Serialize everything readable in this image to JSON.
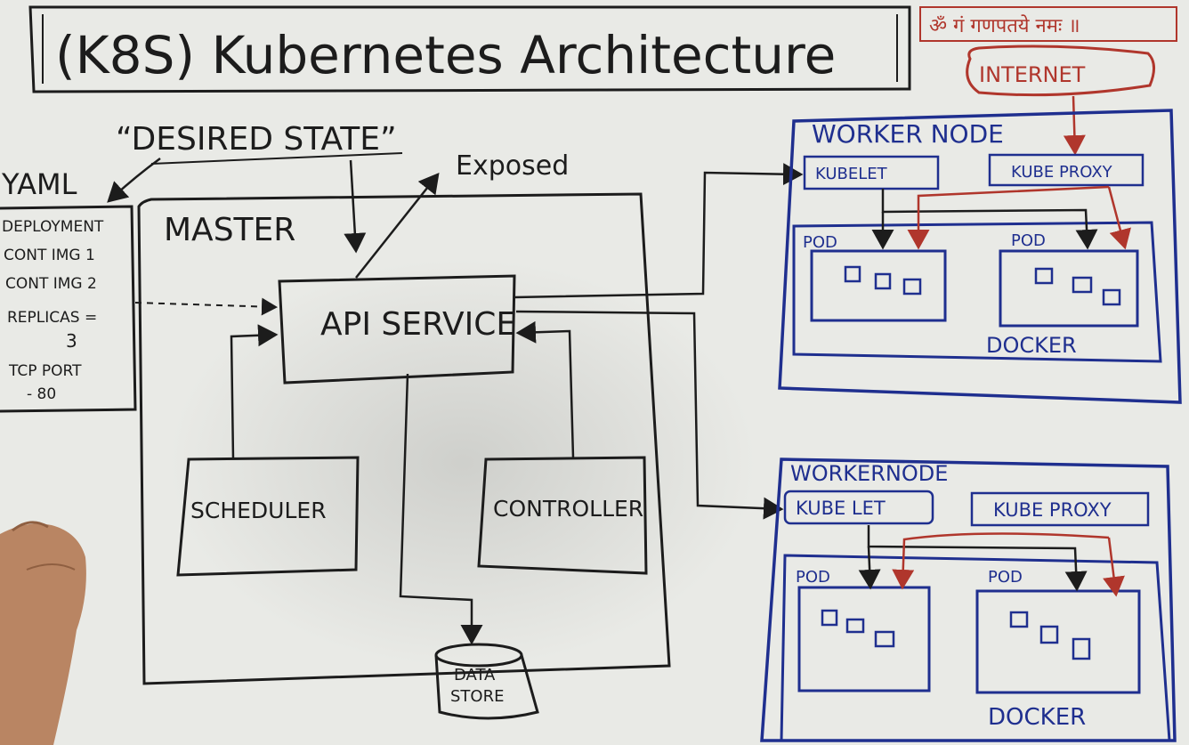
{
  "title": "(K8S) Kubernetes Architecture",
  "sanskrit": "ॐ गं गणपतये नमः ॥",
  "desired_state": "“DESIRED STATE”",
  "exposed": "Exposed",
  "yaml": {
    "label": "YAML",
    "lines": [
      "DEPLOYMENT",
      "CONT IMG 1",
      "CONT IMG 2",
      "REPLICAS =",
      "3",
      "TCP PORT",
      "- 80"
    ]
  },
  "master": {
    "label": "MASTER",
    "api": "API SERVICE",
    "scheduler": "SCHEDULER",
    "controller": "CONTROLLER",
    "datastore": [
      "DATA",
      "STORE"
    ]
  },
  "internet": "INTERNET",
  "worker_nodes": [
    {
      "label": "WORKER NODE",
      "kubelet": "KUBELET",
      "proxy": "KUBE PROXY",
      "pod1": "POD",
      "pod2": "POD",
      "runtime": "DOCKER"
    },
    {
      "label": "WORKERNODE",
      "kubelet": "KUBE LET",
      "proxy": "KUBE PROXY",
      "pod1": "POD",
      "pod2": "POD",
      "runtime": "DOCKER"
    }
  ],
  "colors": {
    "ink": "#1c1c1c",
    "blue": "#1f2f8f",
    "red": "#b0362c",
    "board": "#e9eae6"
  }
}
